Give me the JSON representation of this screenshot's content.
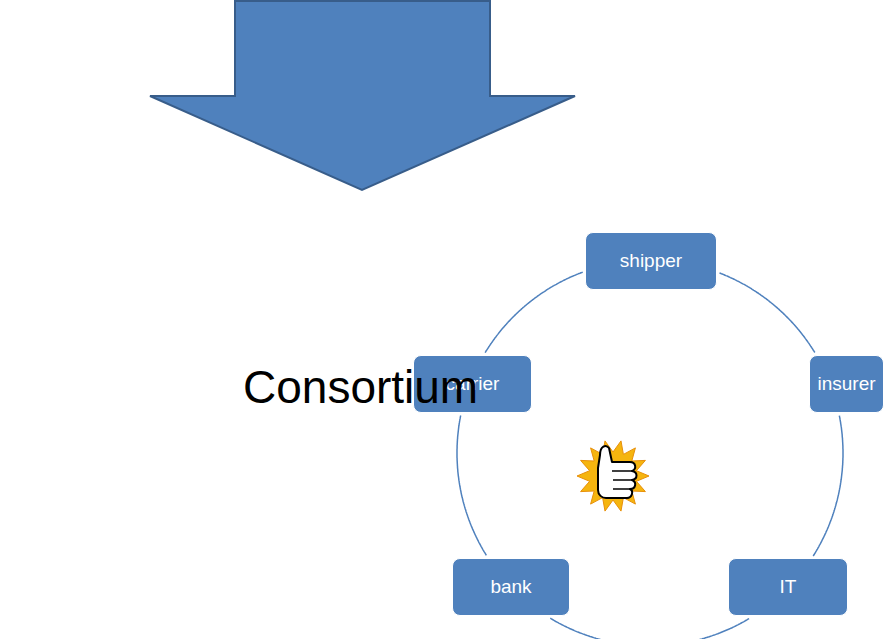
{
  "diagram": {
    "nodes": [
      {
        "text": [
          "shipper"
        ]
      },
      {
        "text": [
          "carrier"
        ]
      },
      {
        "text": [
          "insurer"
        ]
      },
      {
        "text": [
          "bank"
        ]
      },
      {
        "text": [
          "IT"
        ]
      }
    ],
    "edges": [
      {
        "from": 0,
        "to": 2,
        "arrow": "none"
      },
      {
        "from": 2,
        "to": 4,
        "arrow": "none"
      },
      {
        "from": 4,
        "to": 3,
        "arrow": "none"
      },
      {
        "from": 3,
        "to": 1,
        "arrow": "none"
      },
      {
        "from": 1,
        "to": 0,
        "arrow": "none"
      }
    ],
    "labels": [
      "Consortium"
    ]
  }
}
